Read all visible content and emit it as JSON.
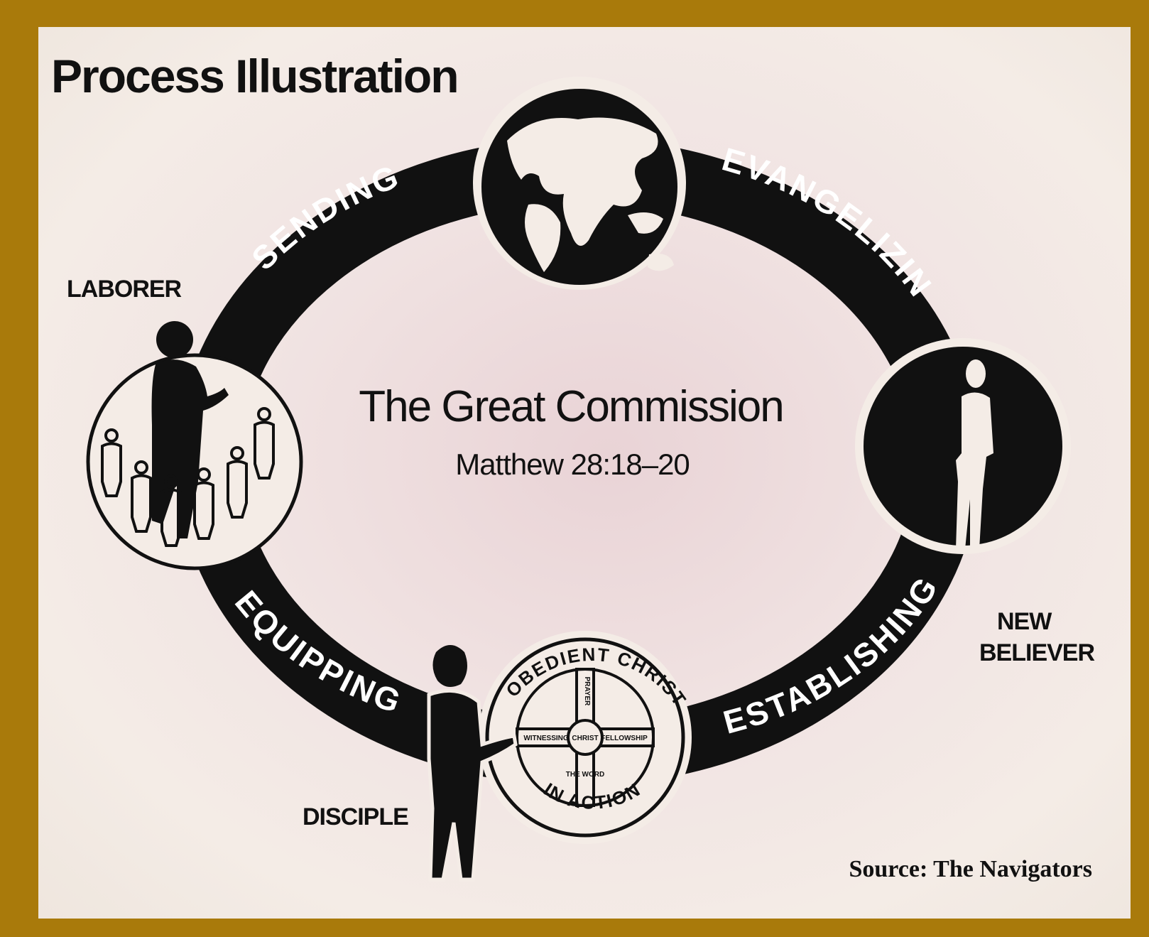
{
  "title": "Process Illustration",
  "center": {
    "title": "The Great Commission",
    "reference": "Matthew 28:18–20"
  },
  "stages": {
    "sending": "SENDING",
    "evangelizing": "EVANGELIZING",
    "establishing": "ESTABLISHING",
    "equipping": "EQUIPPING"
  },
  "roles": {
    "laborer": "LABORER",
    "new_believer_line1": "NEW",
    "new_believer_line2": "BELIEVER",
    "disciple": "DISCIPLE"
  },
  "emblem": {
    "top_text": "THE OBEDIENT CHRISTIAN",
    "bottom_text": "IN ACTION",
    "center": "CHRIST",
    "top_spoke": "PRAYER",
    "left_spoke": "WITNESSING",
    "right_spoke": "FELLOWSHIP",
    "bottom_spoke": "THE WORD"
  },
  "source": "Source: The Navigators",
  "colors": {
    "frame": "#a97a0b",
    "ink": "#111111",
    "paper": "#f1e4e3"
  }
}
